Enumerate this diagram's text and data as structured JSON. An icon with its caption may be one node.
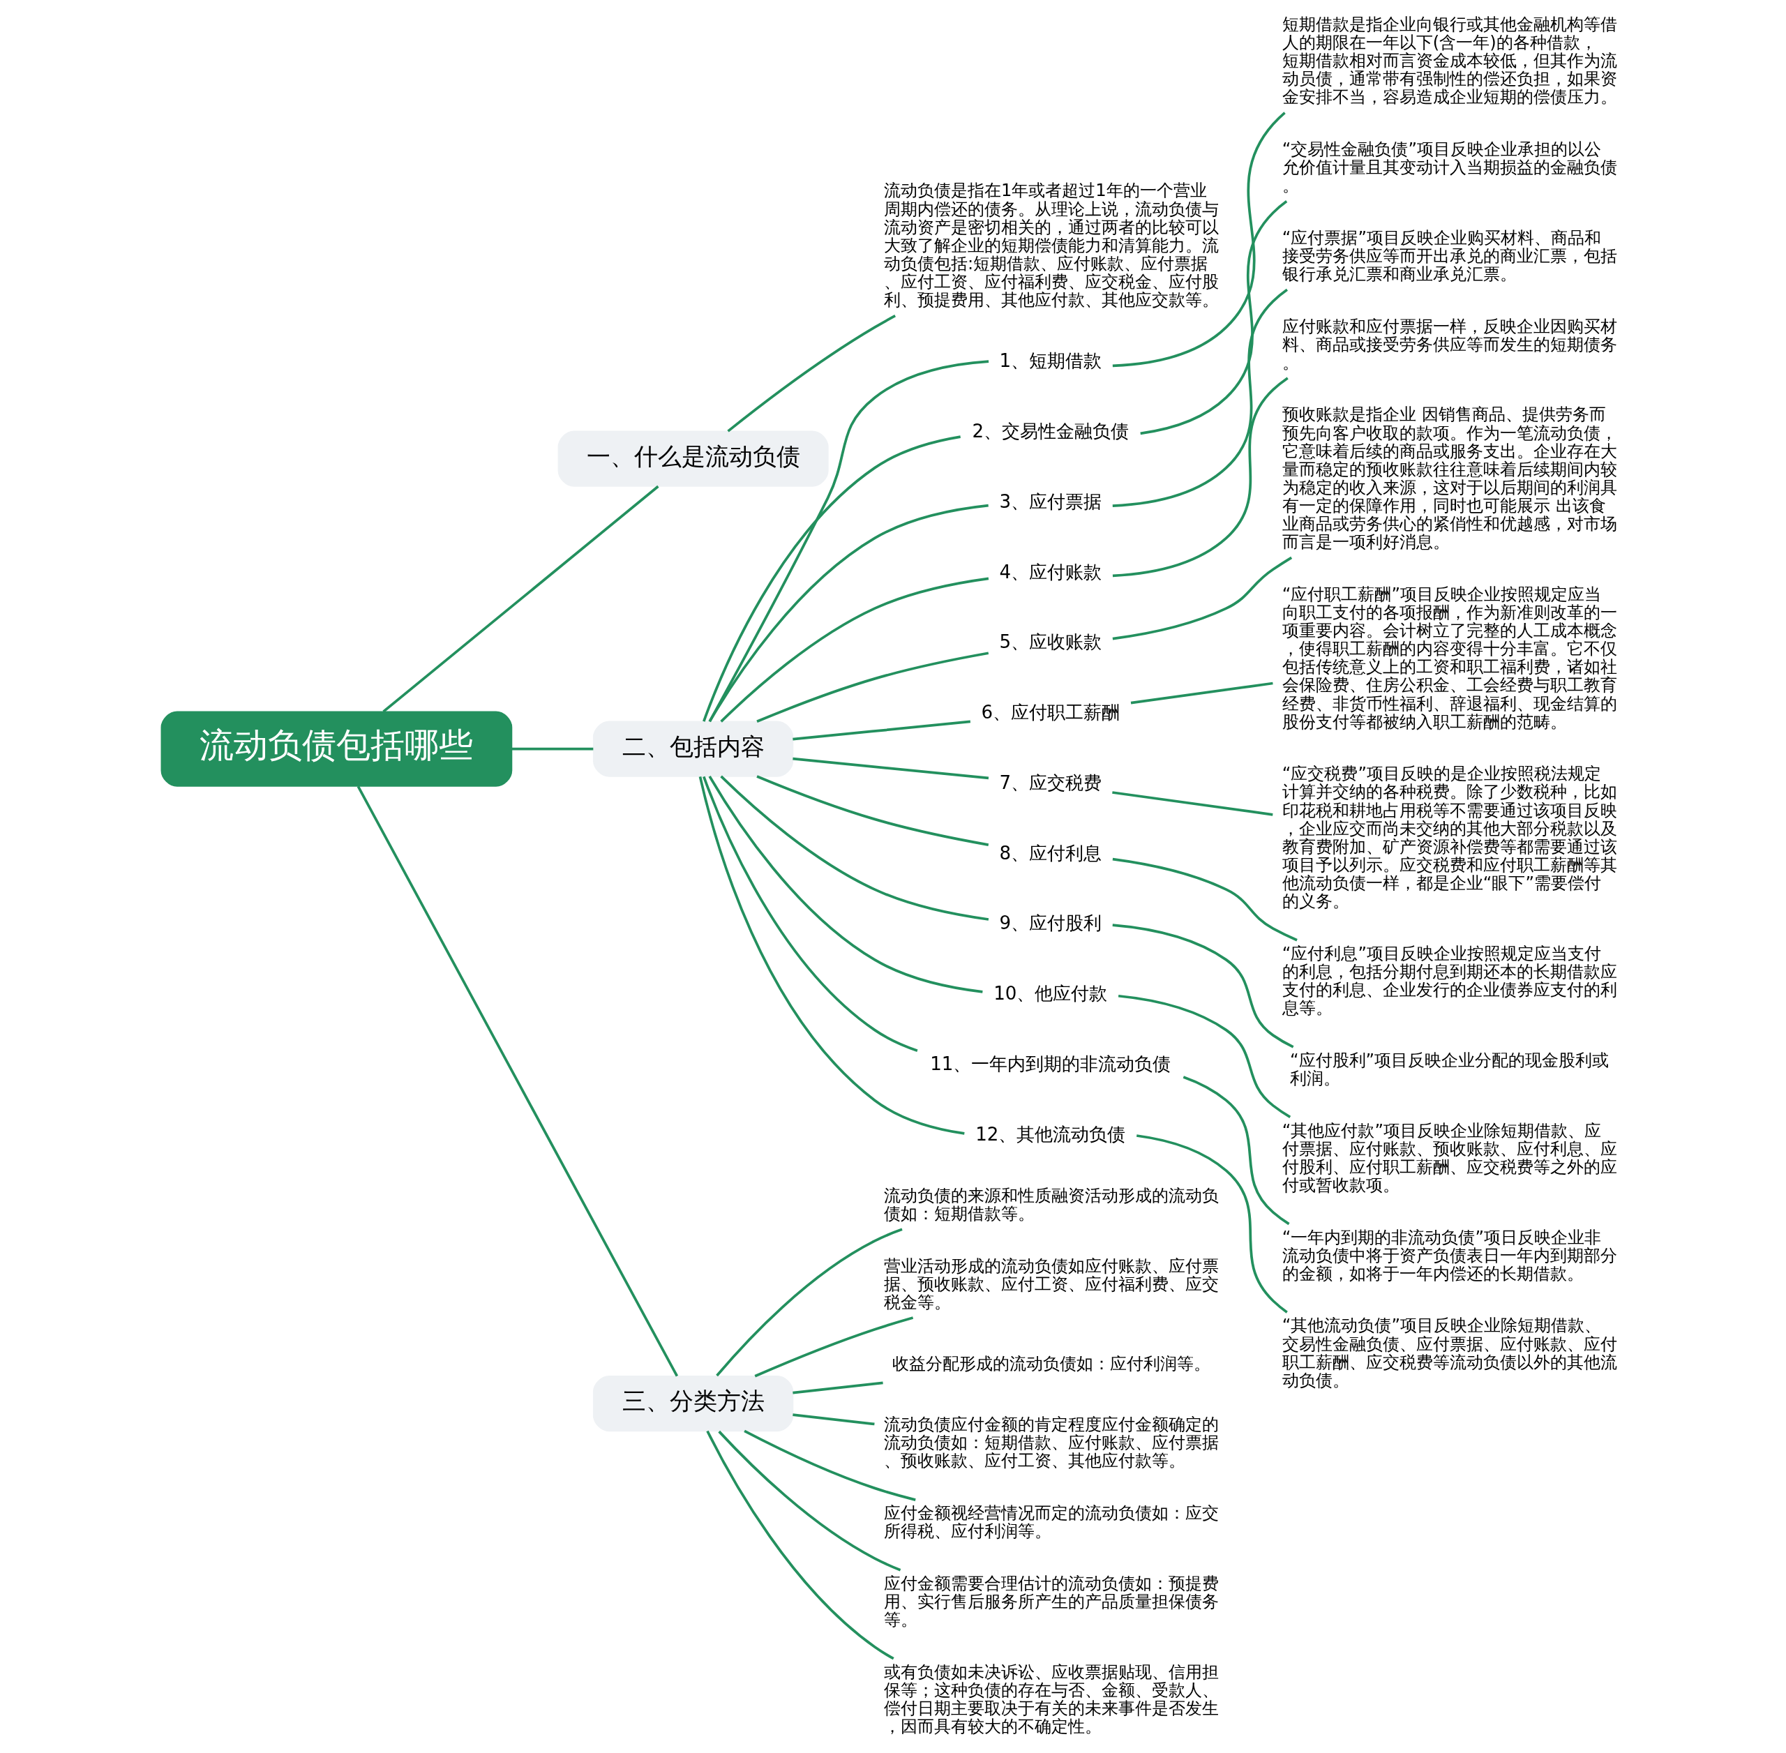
{
  "diagram": {
    "nodes": [
      {
        "text": [
          "流动负债包括哪些"
        ]
      },
      {
        "text": [
          "一、什么是流动负债"
        ]
      },
      {
        "text": [
          "流动负债是指在1年或者超过1年的一个营业周期内偿还的债务。从理论上说，流动负债与流动资产是密切相关的，通过两者的比较可以大致了解企业的短期偿债能力和清算能力。流动负债包括:短期借款、应付账款、应付票据、应付工资、应付福利费、应交税金、应付股利、预提费用、其他应付款、其他应交款等。"
        ]
      },
      {
        "text": [
          "二、包括内容"
        ]
      },
      {
        "text": [
          "1、短期借款"
        ]
      },
      {
        "text": [
          "短期借款是指企业向银行或其他金融机构等借人的期限在一年以下(含一年)的各种借款，短期借款相对而言资金成本较低，但其作为流动员债，通常带有强制性的偿还负担，如果资金安排不当，容易造成企业短期的偿债压力。"
        ]
      },
      {
        "text": [
          "2、交易性金融负债"
        ]
      },
      {
        "text": [
          "“交易性金融负债”项目反映企业承担的以公允价值计量且其变动计入当期损益的金融负债。"
        ]
      },
      {
        "text": [
          "3、应付票据"
        ]
      },
      {
        "text": [
          "“应付票据”项目反映企业购买材料、商品和接受劳务供应等而开出承兑的商业汇票，包括银行承兑汇票和商业承兑汇票。"
        ]
      },
      {
        "text": [
          "4、应付账款"
        ]
      },
      {
        "text": [
          "应付账款和应付票据一样，反映企业因购买材料、商品或接受劳务供应等而发生的短期债务。"
        ]
      },
      {
        "text": [
          "5、应收账款"
        ]
      },
      {
        "text": [
          "预收账款是指企业 因销售商品、提供劳务而预先向客户收取的款项。作为一笔流动负债，它意味着后续的商品或服务支出。企业存在大量而稳定的预收账款往往意味着后续期间内较为稳定的收入来源，这对于以后期间的利润具有一定的保障作用，同时也可能展示 出该食业商品或劳务供心的紧俏性和优越感，对市场而言是一项利好消息。"
        ]
      },
      {
        "text": [
          "6、应付职工薪酬"
        ]
      },
      {
        "text": [
          "“应付职工薪酬”项目反映企业按照规定应当向职工支付的各项报酬，作为新准则改革的一项重要内容。会计树立了完整的人工成本概念，使得职工薪酬的内容变得十分丰富。它不仅包括传统意义上的工资和职工福利费，诸如社会保险费、住房公积金、工会经费与职工教育经费、非货币性福利、辞退福利、现金结算的股份支付等都被纳入职工薪酬的范畴。"
        ]
      },
      {
        "text": [
          "7、应交税费"
        ]
      },
      {
        "text": [
          "“应交税费”项目反映的是企业按照税法规定计算并交纳的各种税费。除了少数税种，比如印花税和耕地占用税等不需要通过该项目反映，企业应交而尚未交纳的其他大部分税款以及教育费附加、矿产资源补偿费等都需要通过该项目予以列示。应交税费和应付职工薪酬等其他流动负债一样，都是企业“眼下”需要偿付的义务。"
        ]
      },
      {
        "text": [
          "8、应付利息"
        ]
      },
      {
        "text": [
          "“应付利息”项目反映企业按照规定应当支付的利息，包括分期付息到期还本的长期借款应支付的利息、企业发行的企业债券应支付的利息等。"
        ]
      },
      {
        "text": [
          "9、应付股利"
        ]
      },
      {
        "text": [
          "“应付股利”项目反映企业分配的现金股利或利润。"
        ]
      },
      {
        "text": [
          "10、他应付款"
        ]
      },
      {
        "text": [
          "“其他应付款”项目反映企业除短期借款、应付票据、应付账款、预收账款、应付利息、应付股利、应付职工薪酬、应交税费等之外的应付或暂收款项。"
        ]
      },
      {
        "text": [
          "11、一年内到期的非流动负债"
        ]
      },
      {
        "text": [
          "“一年内到期的非流动负债”项日反映企业非流动负债中将于资产负债表日一年内到期部分的金额，如将于一年内偿还的长期借款。"
        ]
      },
      {
        "text": [
          "12、其他流动负债"
        ]
      },
      {
        "text": [
          "“其他流动负债”项目反映企业除短期借款、交易性金融负债、应付票据、应付账款、应付职工薪酬、应交税费等流动负债以外的其他流动负债。"
        ]
      },
      {
        "text": [
          "三、分类方法"
        ]
      },
      {
        "text": [
          "流动负债的来源和性质融资活动形成的流动负债如：短期借款等。"
        ]
      },
      {
        "text": [
          "营业活动形成的流动负债如应付账款、应付票据、预收账款、应付工资、应付福利费、应交税金等。"
        ]
      },
      {
        "text": [
          "收益分配形成的流动负债如：应付利润等。"
        ]
      },
      {
        "text": [
          "流动负债应付金额的肯定程度应付金额确定的流动负债如：短期借款、应付账款、应付票据、预收账款、应付工资、其他应付款等。"
        ]
      },
      {
        "text": [
          "应付金额视经营情况而定的流动负债如：应交所得税、应付利润等。"
        ]
      },
      {
        "text": [
          "应付金额需要合理估计的流动负债如：预提费用、实行售后服务所产生的产品质量担保债务等。"
        ]
      },
      {
        "text": [
          "或有负债如未决诉讼、应收票据贴现、信用担保等；这种负债的存在与否、金额、受款人、偿付日期主要取决于有关的未来事件是否发生，因而具有较大的不确定性。"
        ]
      }
    ],
    "edges": [
      {
        "from": 0,
        "to": 1,
        "arrow": "none"
      },
      {
        "from": 1,
        "to": 2,
        "arrow": "none"
      },
      {
        "from": 0,
        "to": 3,
        "arrow": "none"
      },
      {
        "from": 3,
        "to": 4,
        "arrow": "none"
      },
      {
        "from": 4,
        "to": 5,
        "arrow": "none"
      },
      {
        "from": 3,
        "to": 6,
        "arrow": "none"
      },
      {
        "from": 6,
        "to": 7,
        "arrow": "none"
      },
      {
        "from": 3,
        "to": 8,
        "arrow": "none"
      },
      {
        "from": 8,
        "to": 9,
        "arrow": "none"
      },
      {
        "from": 3,
        "to": 10,
        "arrow": "none"
      },
      {
        "from": 10,
        "to": 11,
        "arrow": "none"
      },
      {
        "from": 3,
        "to": 12,
        "arrow": "none"
      },
      {
        "from": 12,
        "to": 13,
        "arrow": "none"
      },
      {
        "from": 3,
        "to": 14,
        "arrow": "none"
      },
      {
        "from": 14,
        "to": 15,
        "arrow": "none"
      },
      {
        "from": 3,
        "to": 16,
        "arrow": "none"
      },
      {
        "from": 16,
        "to": 17,
        "arrow": "none"
      },
      {
        "from": 3,
        "to": 18,
        "arrow": "none"
      },
      {
        "from": 18,
        "to": 19,
        "arrow": "none"
      },
      {
        "from": 3,
        "to": 20,
        "arrow": "none"
      },
      {
        "from": 20,
        "to": 21,
        "arrow": "none"
      },
      {
        "from": 3,
        "to": 22,
        "arrow": "none"
      },
      {
        "from": 22,
        "to": 23,
        "arrow": "none"
      },
      {
        "from": 3,
        "to": 24,
        "arrow": "none"
      },
      {
        "from": 24,
        "to": 25,
        "arrow": "none"
      },
      {
        "from": 3,
        "to": 26,
        "arrow": "none"
      },
      {
        "from": 26,
        "to": 27,
        "arrow": "none"
      },
      {
        "from": 0,
        "to": 28,
        "arrow": "none"
      },
      {
        "from": 28,
        "to": 29,
        "arrow": "none"
      },
      {
        "from": 28,
        "to": 30,
        "arrow": "none"
      },
      {
        "from": 28,
        "to": 31,
        "arrow": "none"
      },
      {
        "from": 28,
        "to": 32,
        "arrow": "none"
      },
      {
        "from": 28,
        "to": 33,
        "arrow": "none"
      },
      {
        "from": 28,
        "to": 34,
        "arrow": "none"
      },
      {
        "from": 28,
        "to": 35,
        "arrow": "none"
      }
    ]
  }
}
